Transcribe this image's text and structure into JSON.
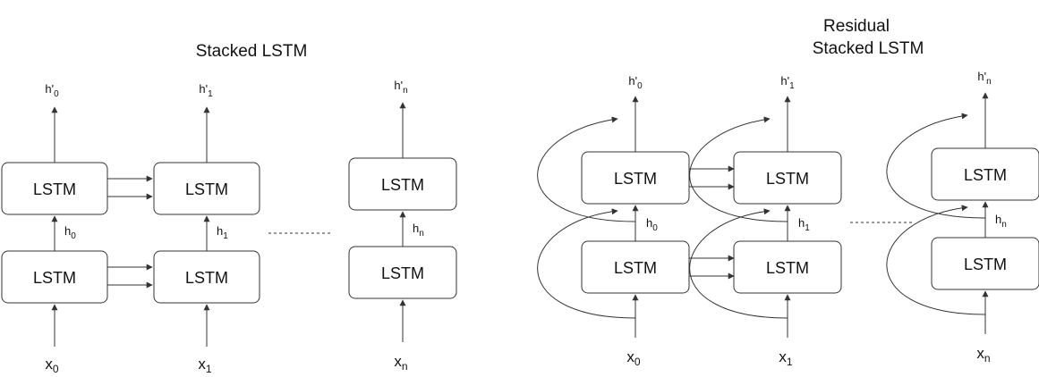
{
  "left": {
    "title": "Stacked LSTM",
    "cell_label": "LSTM",
    "outputs": [
      {
        "base": "h",
        "prime": "'",
        "sub": "0"
      },
      {
        "base": "h",
        "prime": "'",
        "sub": "1"
      },
      {
        "base": "h",
        "prime": "'",
        "sub": "n"
      }
    ],
    "hidden": [
      {
        "base": "h",
        "sub": "0"
      },
      {
        "base": "h",
        "sub": "1"
      },
      {
        "base": "h",
        "sub": "n"
      }
    ],
    "inputs": [
      {
        "base": "x",
        "sub": "0"
      },
      {
        "base": "x",
        "sub": "1"
      },
      {
        "base": "x",
        "sub": "n"
      }
    ]
  },
  "right": {
    "title_line1": "Residual",
    "title_line2": "Stacked LSTM",
    "cell_label": "LSTM",
    "outputs": [
      {
        "base": "h",
        "prime": "'",
        "sub": "0"
      },
      {
        "base": "h",
        "prime": "'",
        "sub": "1"
      },
      {
        "base": "h",
        "prime": "'",
        "sub": "n"
      }
    ],
    "hidden": [
      {
        "base": "h",
        "sub": "0"
      },
      {
        "base": "h",
        "sub": "1"
      },
      {
        "base": "h",
        "sub": "n"
      }
    ],
    "inputs": [
      {
        "base": "x",
        "sub": "0"
      },
      {
        "base": "x",
        "sub": "1"
      },
      {
        "base": "x",
        "sub": "n"
      }
    ]
  }
}
